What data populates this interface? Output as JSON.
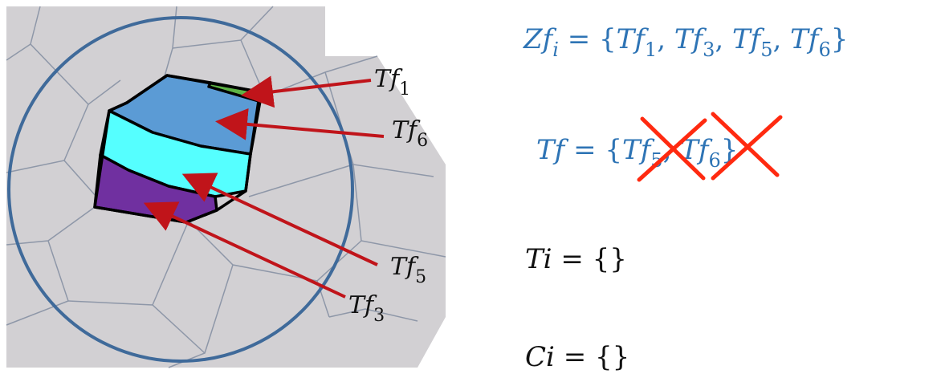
{
  "diagram": {
    "labels": {
      "tf1": {
        "base": "Tf",
        "sub": "1"
      },
      "tf6": {
        "base": "Tf",
        "sub": "6"
      },
      "tf5": {
        "base": "Tf",
        "sub": "5"
      },
      "tf3": {
        "base": "Tf",
        "sub": "3"
      }
    },
    "colors": {
      "background_mesh": "#D2D0D3",
      "mesh_lines": "#8E97A8",
      "circle": "#3F6A9A",
      "arrow": "#C0141A",
      "region_tf1": "#5DB345",
      "region_tf6": "#5B9BD5",
      "region_tf5": "#55FFFF",
      "region_tf3": "#7030A0",
      "cross": "#FF2A10",
      "equation_blue": "#2E74B5"
    }
  },
  "equations": {
    "zf": {
      "lhs_base": "Zf",
      "lhs_sub": "i",
      "equals": " = {",
      "items": [
        {
          "base": "Tf",
          "sub": "1",
          "sep": ", "
        },
        {
          "base": "Tf",
          "sub": "3",
          "sep": ", "
        },
        {
          "base": "Tf",
          "sub": "5",
          "sep": ", "
        },
        {
          "base": "Tf",
          "sub": "6",
          "sep": ""
        }
      ],
      "close": "}"
    },
    "tf": {
      "lhs": "Tf",
      "equals": " = {",
      "item1_base": "Tf",
      "item1_sub": "5",
      "sep": ", ",
      "item2_base": "Tf",
      "item2_sub": "6",
      "close": "}",
      "crossed_out": [
        "Tf5",
        "Tf6"
      ]
    },
    "ti": {
      "text": "Ti",
      "equals": " = {}"
    },
    "ci": {
      "text": "Ci",
      "equals": " = {}"
    }
  }
}
